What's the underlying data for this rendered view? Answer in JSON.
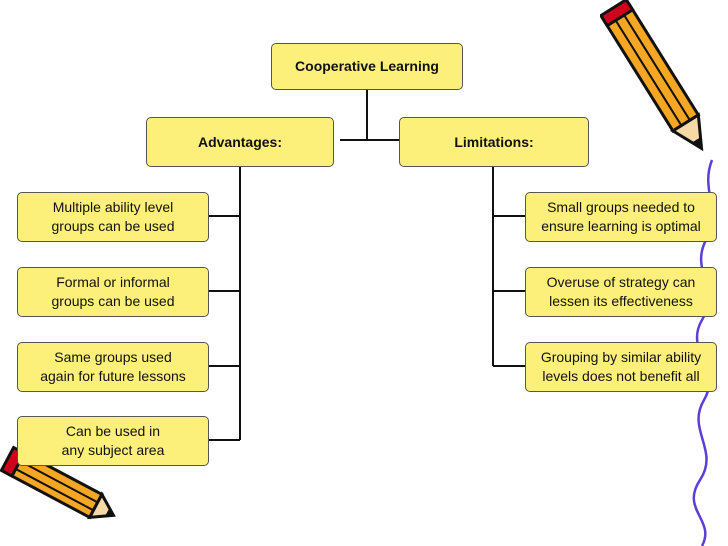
{
  "colors": {
    "box_fill": "#fdf07a",
    "box_border": "#555555",
    "connector": "#111111",
    "pencil_body": "#f5a623",
    "pencil_tip": "#d0021b",
    "squiggle": "#5b3fd6"
  },
  "icons": [
    "pencil-icon",
    "squiggle-line"
  ],
  "diagram": {
    "root": {
      "label": "Cooperative Learning"
    },
    "advantages": {
      "label": "Advantages:",
      "items": [
        "Multiple ability level \ngroups can be used",
        "Formal or informal \ngroups can be used",
        "Same groups used \nagain for future lessons",
        "Can be used in \nany subject area"
      ]
    },
    "limitations": {
      "label": "Limitations:",
      "items": [
        "Small groups needed to \nensure learning is optimal",
        "Overuse of strategy can \nlessen its effectiveness",
        "Grouping by similar ability \nlevels does not benefit all"
      ]
    }
  }
}
